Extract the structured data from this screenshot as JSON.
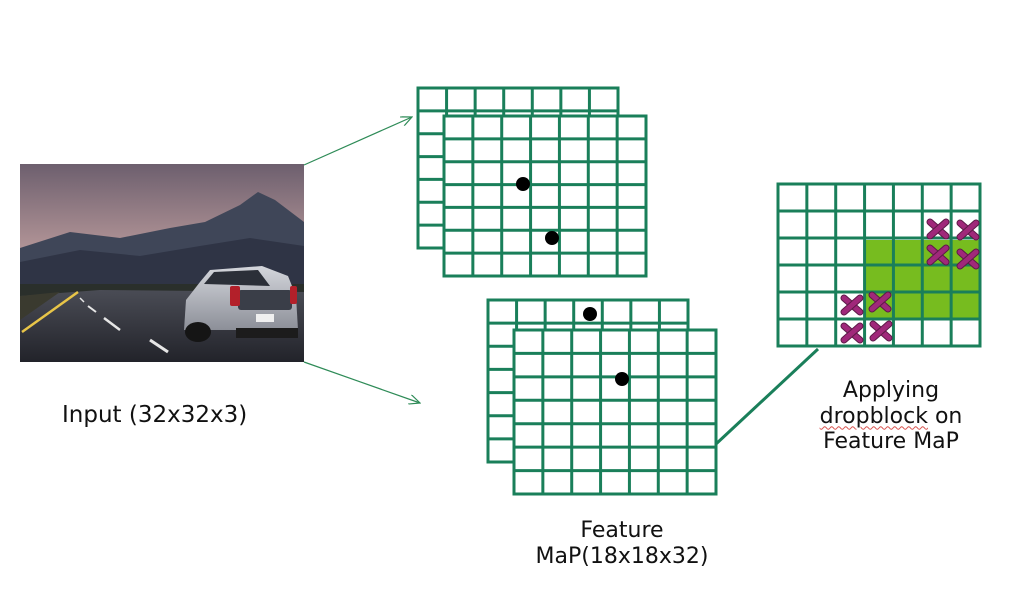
{
  "labels": {
    "input": "Input (32x32x3)",
    "feature_line1": "Feature",
    "feature_line2": "MaP(18x18x32)",
    "dropblock_line1": "Applying",
    "dropblock_word": "dropblock",
    "dropblock_rest": " on",
    "dropblock_line3": "Feature MaP"
  },
  "colors": {
    "grid": "#1a7f5a",
    "arrow": "#2e8b57",
    "drop_region": "#77bc1f",
    "cross": "#a0287a",
    "dot": "#000000"
  },
  "icons": {
    "cross": "x-mark-icon",
    "dot": "activation-dot-icon"
  }
}
